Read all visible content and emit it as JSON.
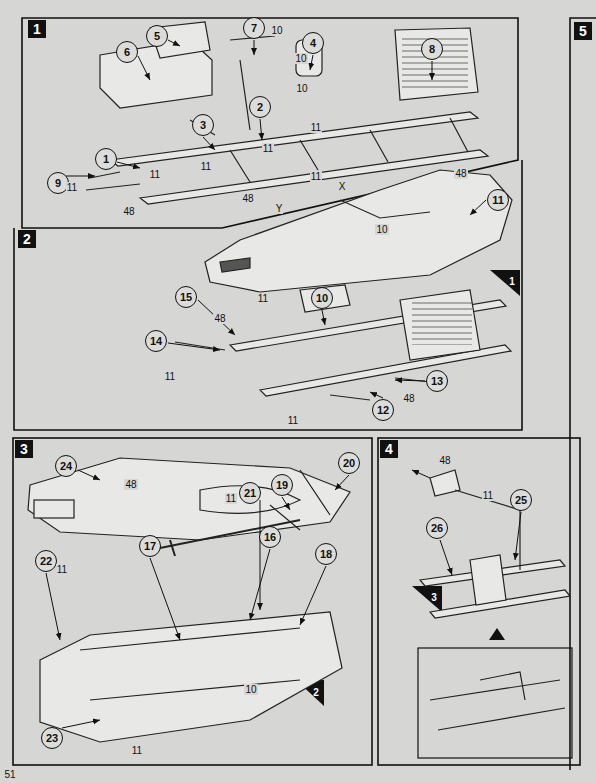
{
  "diagram": {
    "nodes": [
      {
        "text": [
          "1"
        ]
      },
      {
        "text": [
          "6"
        ],
        "in": 0
      },
      {
        "text": [
          "5"
        ],
        "in": 0
      },
      {
        "text": [
          "7"
        ],
        "in": 0
      },
      {
        "text": [
          "4"
        ],
        "in": 0
      },
      {
        "text": [
          "8"
        ],
        "in": 0
      },
      {
        "text": [
          "2"
        ],
        "in": 0
      },
      {
        "text": [
          "3"
        ],
        "in": 0
      },
      {
        "text": [
          "1"
        ],
        "in": 0
      },
      {
        "text": [
          "9"
        ],
        "in": 0
      },
      {
        "text": [
          "5"
        ]
      },
      {
        "text": [
          "2"
        ]
      },
      {
        "text": [
          "11"
        ],
        "in": 11
      },
      {
        "text": [
          "15"
        ],
        "in": 11
      },
      {
        "text": [
          "10"
        ],
        "in": 11
      },
      {
        "text": [
          "14"
        ],
        "in": 11
      },
      {
        "text": [
          "13"
        ],
        "in": 11
      },
      {
        "text": [
          "12"
        ],
        "in": 11
      },
      {
        "text": [
          "3"
        ]
      },
      {
        "text": [
          "24"
        ],
        "in": 18
      },
      {
        "text": [
          "21"
        ],
        "in": 18
      },
      {
        "text": [
          "19"
        ],
        "in": 18
      },
      {
        "text": [
          "20"
        ],
        "in": 18
      },
      {
        "text": [
          "17"
        ],
        "in": 18
      },
      {
        "text": [
          "16"
        ],
        "in": 18
      },
      {
        "text": [
          "18"
        ],
        "in": 18
      },
      {
        "text": [
          "22"
        ],
        "in": 18
      },
      {
        "text": [
          "23"
        ],
        "in": 18
      },
      {
        "text": [
          "4"
        ]
      },
      {
        "text": [
          "26"
        ],
        "in": 28
      },
      {
        "text": [
          "25"
        ],
        "in": 28
      }
    ],
    "labels": [
      "10",
      "10",
      "10",
      "11",
      "11",
      "11",
      "11",
      "11",
      "11",
      "48",
      "48",
      "X",
      "Y",
      "48",
      "10",
      "11",
      "48",
      "11",
      "11",
      "48",
      "1",
      "48",
      "11",
      "11",
      "10",
      "11",
      "2",
      "48",
      "11",
      "3",
      "51"
    ]
  }
}
